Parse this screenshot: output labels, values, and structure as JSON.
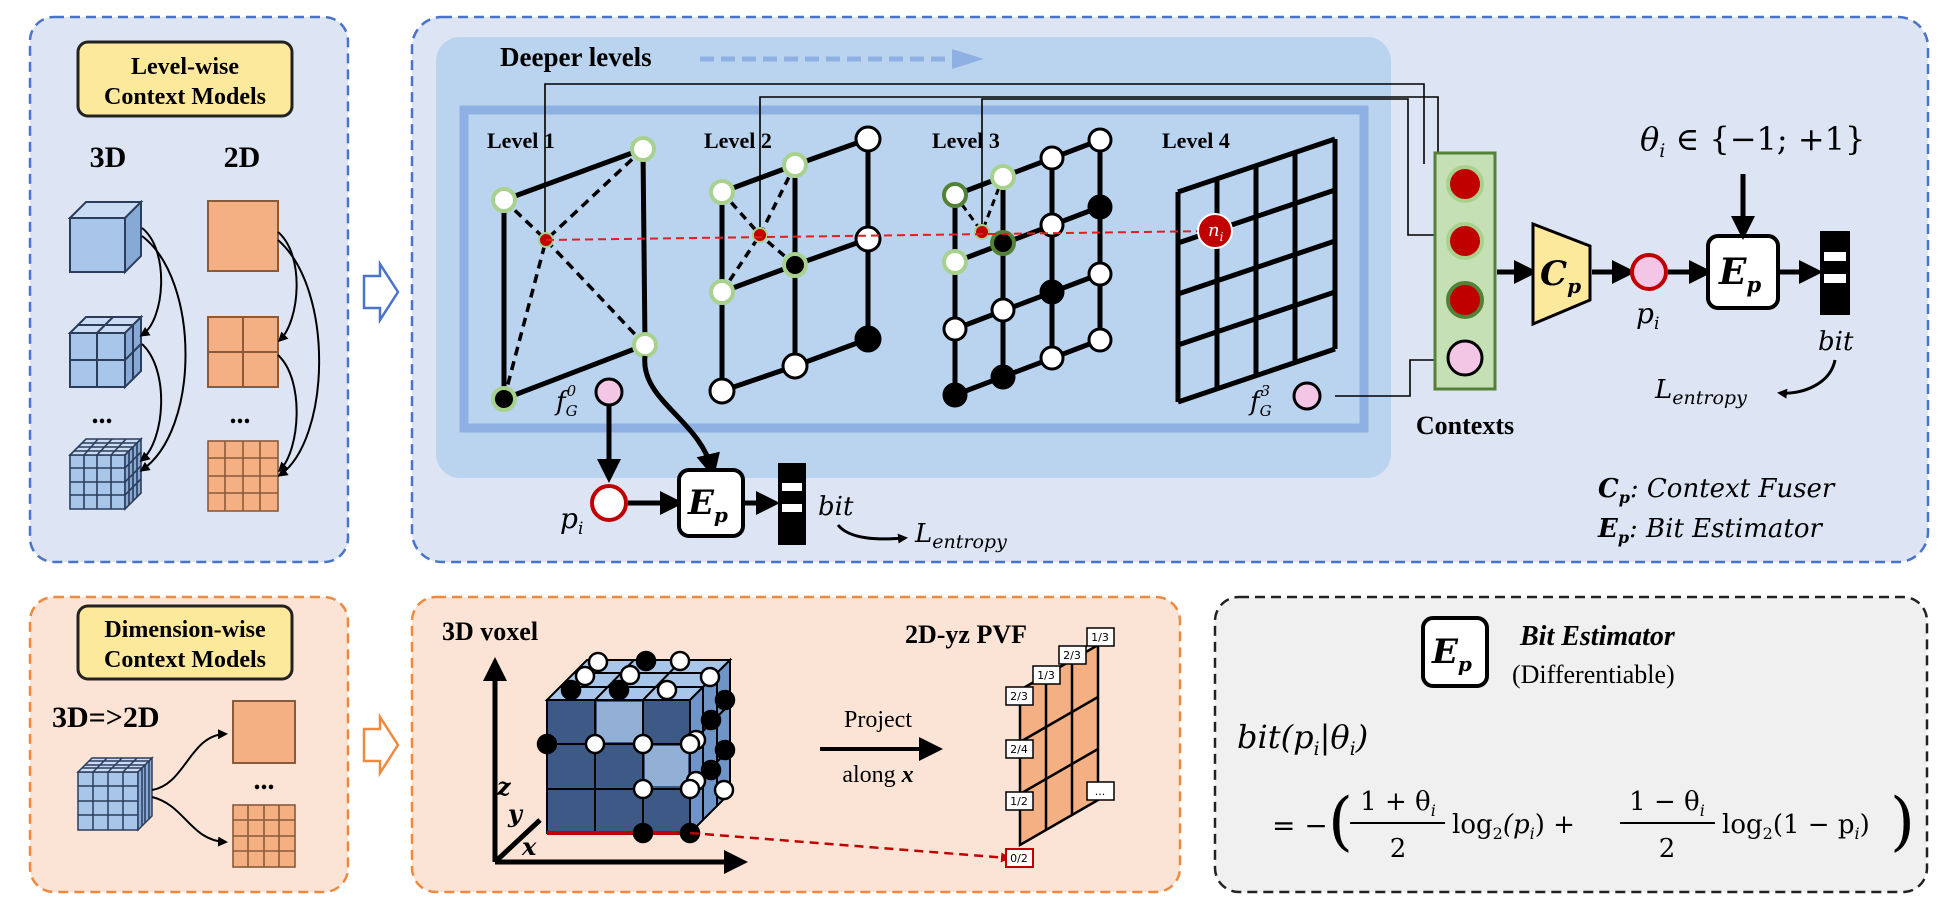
{
  "levelwise": {
    "title_line1": "Level-wise",
    "title_line2": "Context Models",
    "label_3d": "3D",
    "label_2d": "2D",
    "ellipsis": "..."
  },
  "hierarchy": {
    "deeper_levels": "Deeper levels",
    "levels": [
      "Level 1",
      "Level 2",
      "Level 3",
      "Level 4"
    ],
    "node_label": "n",
    "node_sub": "i",
    "feature_0": "f",
    "feature_0_sub": "G",
    "feature_0_sup": "0",
    "feature_3": "f",
    "feature_3_sub": "G",
    "feature_3_sup": "3",
    "contexts_label": "Contexts",
    "prob_label": "p",
    "prob_sub": "i",
    "ep_label": "E",
    "ep_sub": "p",
    "cp_label": "C",
    "cp_sub": "p",
    "bit_label": "bit",
    "entropy_label": "L",
    "entropy_sub": "entropy",
    "theta_label": "θ",
    "theta_sub": "i",
    "theta_set": " ∈ {−1; +1}",
    "legend_cp_term": "C",
    "legend_cp_sub": "p",
    "legend_cp_desc": ": Context Fuser",
    "legend_ep_term": "E",
    "legend_ep_sub": "p",
    "legend_ep_desc": ": Bit Estimator"
  },
  "dimwise": {
    "title_line1": "Dimension-wise",
    "title_line2": "Context Models",
    "arrow_text": "3D=>2D",
    "ellipsis": "..."
  },
  "projection": {
    "voxel_label": "3D voxel",
    "pvf_label": "2D-yz PVF",
    "project_line1": "Project",
    "project_line2": "along ",
    "project_axis": "x",
    "axis_z": "z",
    "axis_y": "y",
    "axis_x": "x",
    "fractions": [
      "1/3",
      "2/3",
      "1/3",
      "2/3",
      "2/4",
      "1/2",
      "...",
      "0/2"
    ]
  },
  "estimator": {
    "title": "Bit Estimator",
    "subtitle": "(Differentiable)",
    "formula_lhs": "bit(p",
    "formula_lhs_sub": "i",
    "formula_lhs_mid": "|θ",
    "formula_lhs_sub2": "i",
    "formula_lhs_end": ")",
    "formula_rhs": "= −( (1 + θᵢ)/2 log₂(pᵢ) + (1 − θᵢ)/2 log₂(1 − pᵢ) )",
    "frac1_num": "1 + θ",
    "frac1_den": "2",
    "log1": "log",
    "log1_arg": "(p",
    "frac2_num": "1 − θ",
    "frac2_den": "2",
    "log2": "log",
    "log2_arg": "(1 − p"
  },
  "colors": {
    "blue_panel": "#dde5f5",
    "blue_dash": "#4a74c9",
    "inner_blue": "#bad3ee",
    "orange_panel": "#fbe4d6",
    "orange_dash": "#ee8a3f",
    "gray_panel": "#f0f0f0",
    "yellow_box": "#fde99c",
    "red_node": "#c00000",
    "pink_node": "#f4c6e6"
  }
}
